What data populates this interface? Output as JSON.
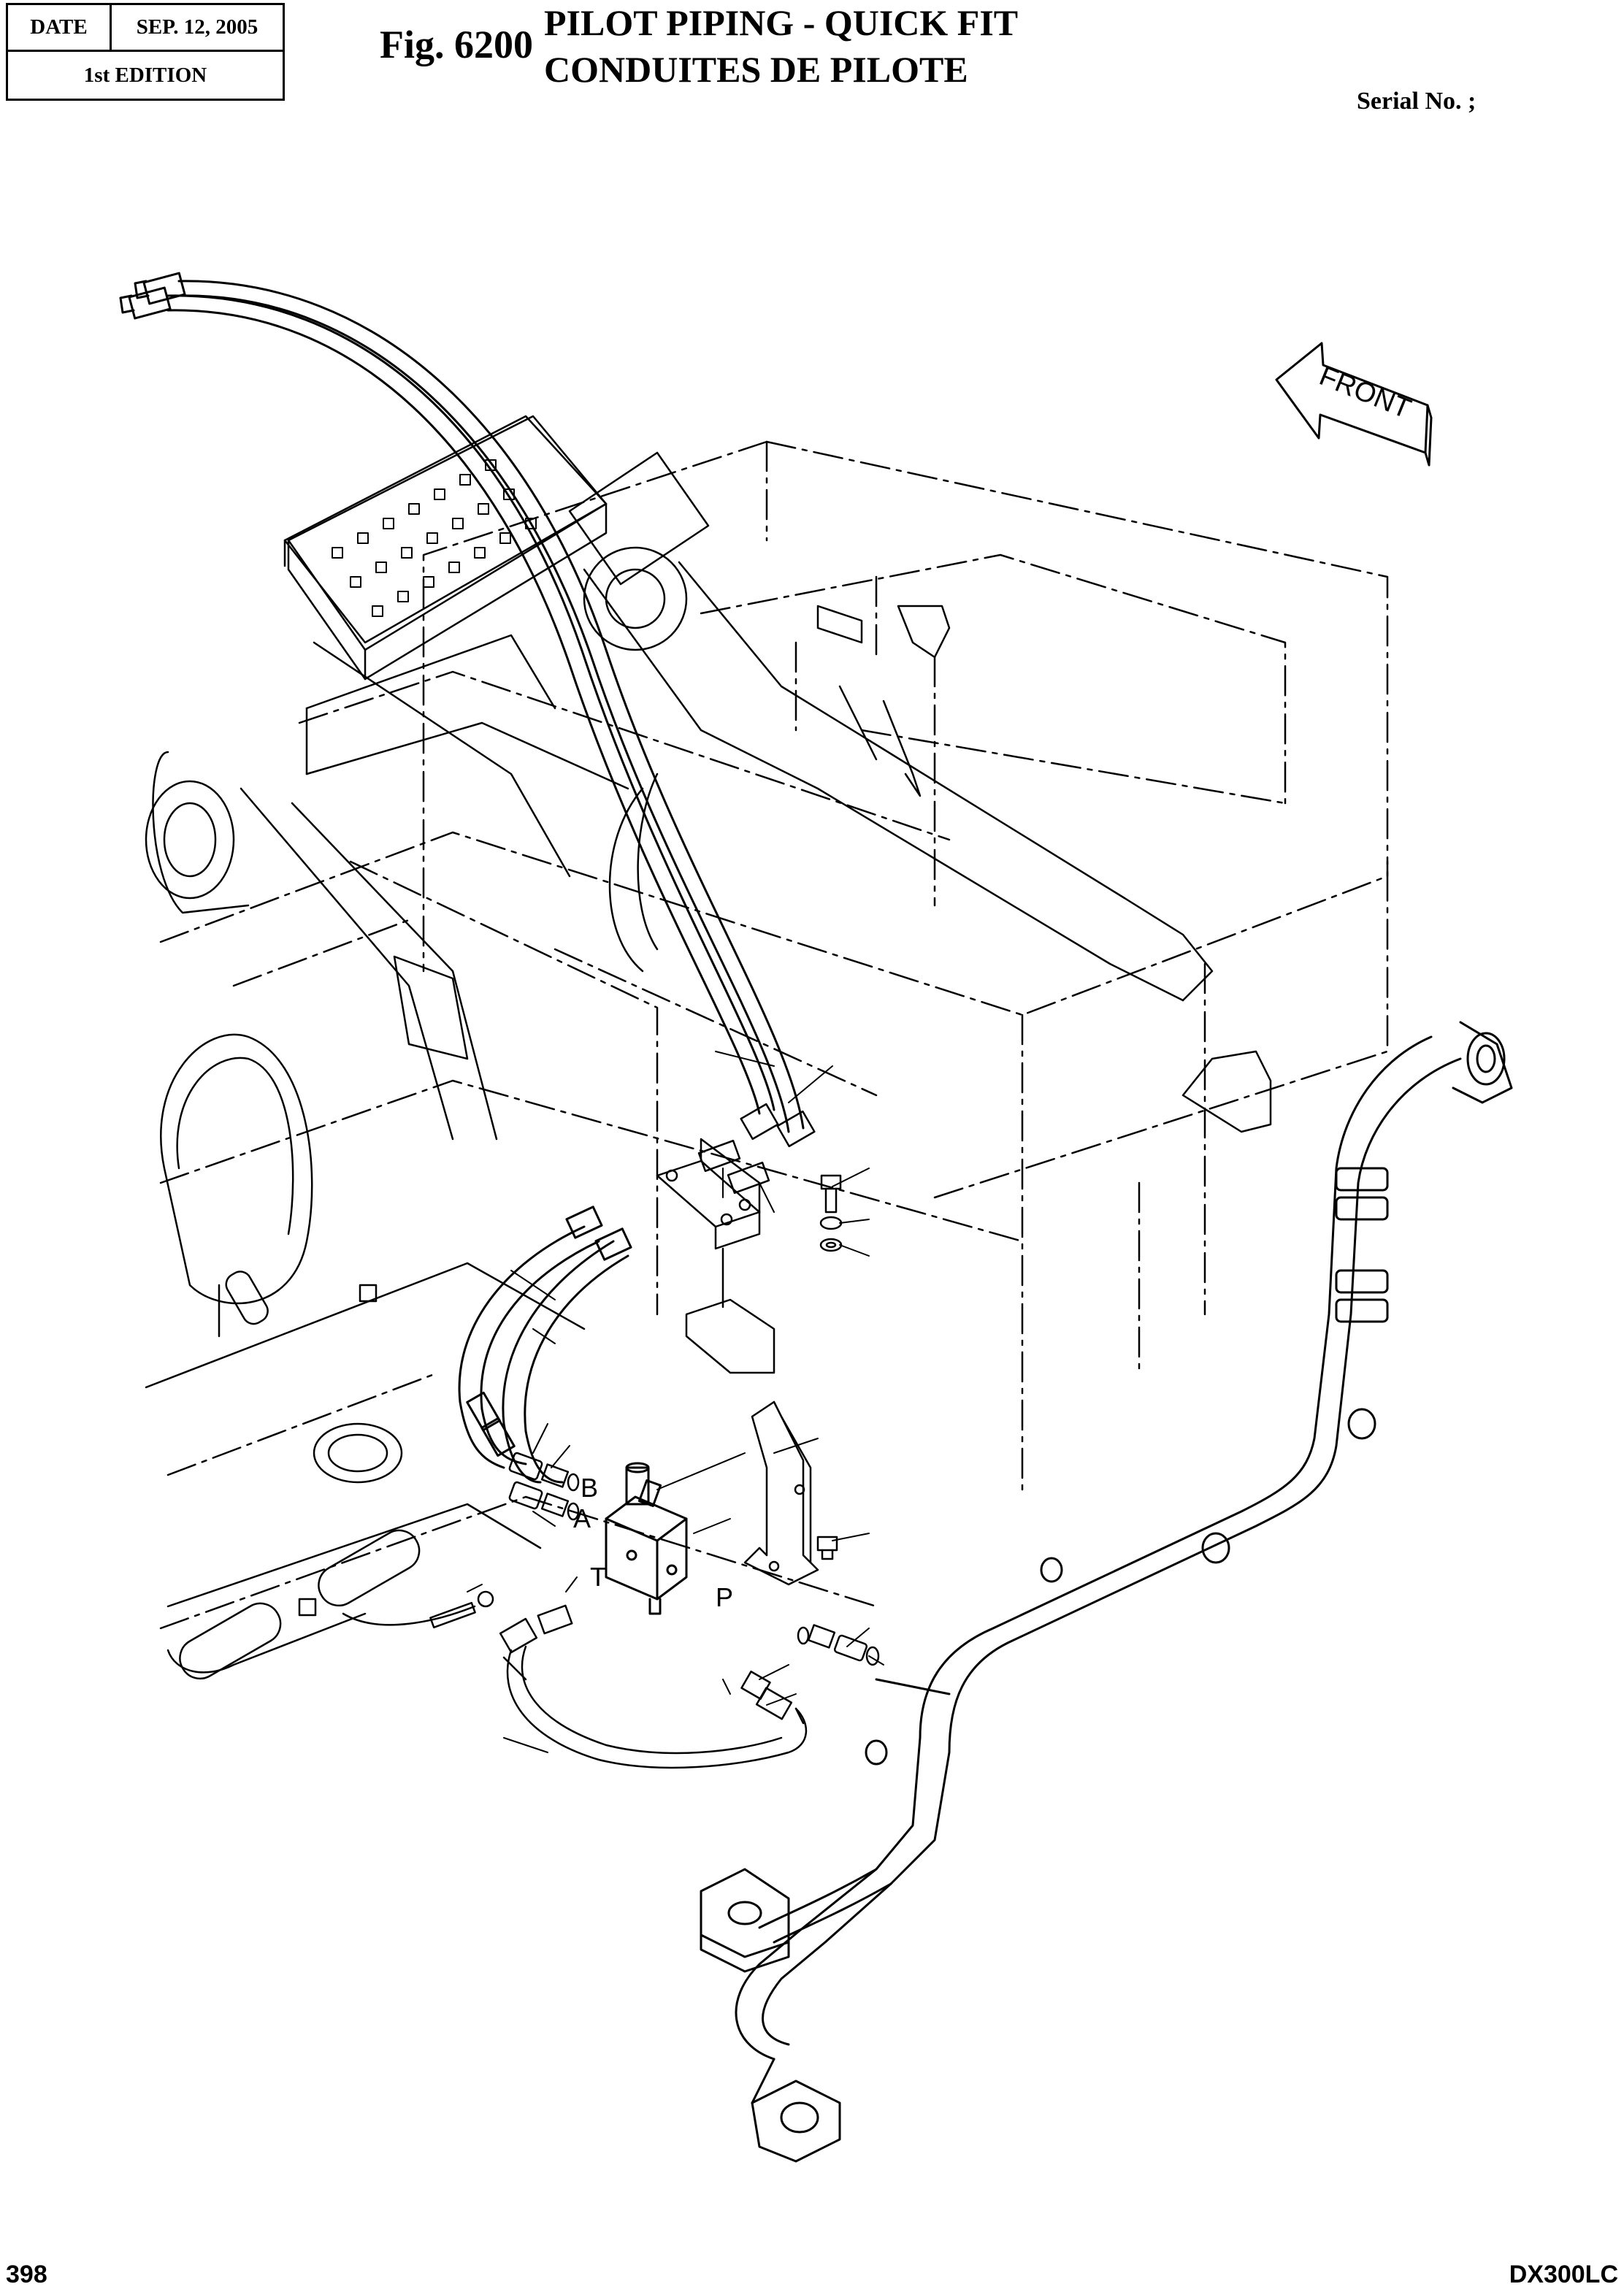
{
  "header": {
    "date_label": "DATE",
    "date_value": "SEP. 12, 2005",
    "edition": "1st EDITION",
    "fig_number": "Fig. 6200",
    "title_en": "PILOT PIPING - QUICK FIT",
    "title_fr": "CONDUITES DE PILOTE",
    "serial": "Serial No. ;"
  },
  "diagram": {
    "front_label": "FRONT",
    "ports": {
      "b": "B",
      "a": "A",
      "t": "T",
      "p": "P"
    }
  },
  "footer": {
    "page": "398",
    "model": "DX300LC"
  }
}
